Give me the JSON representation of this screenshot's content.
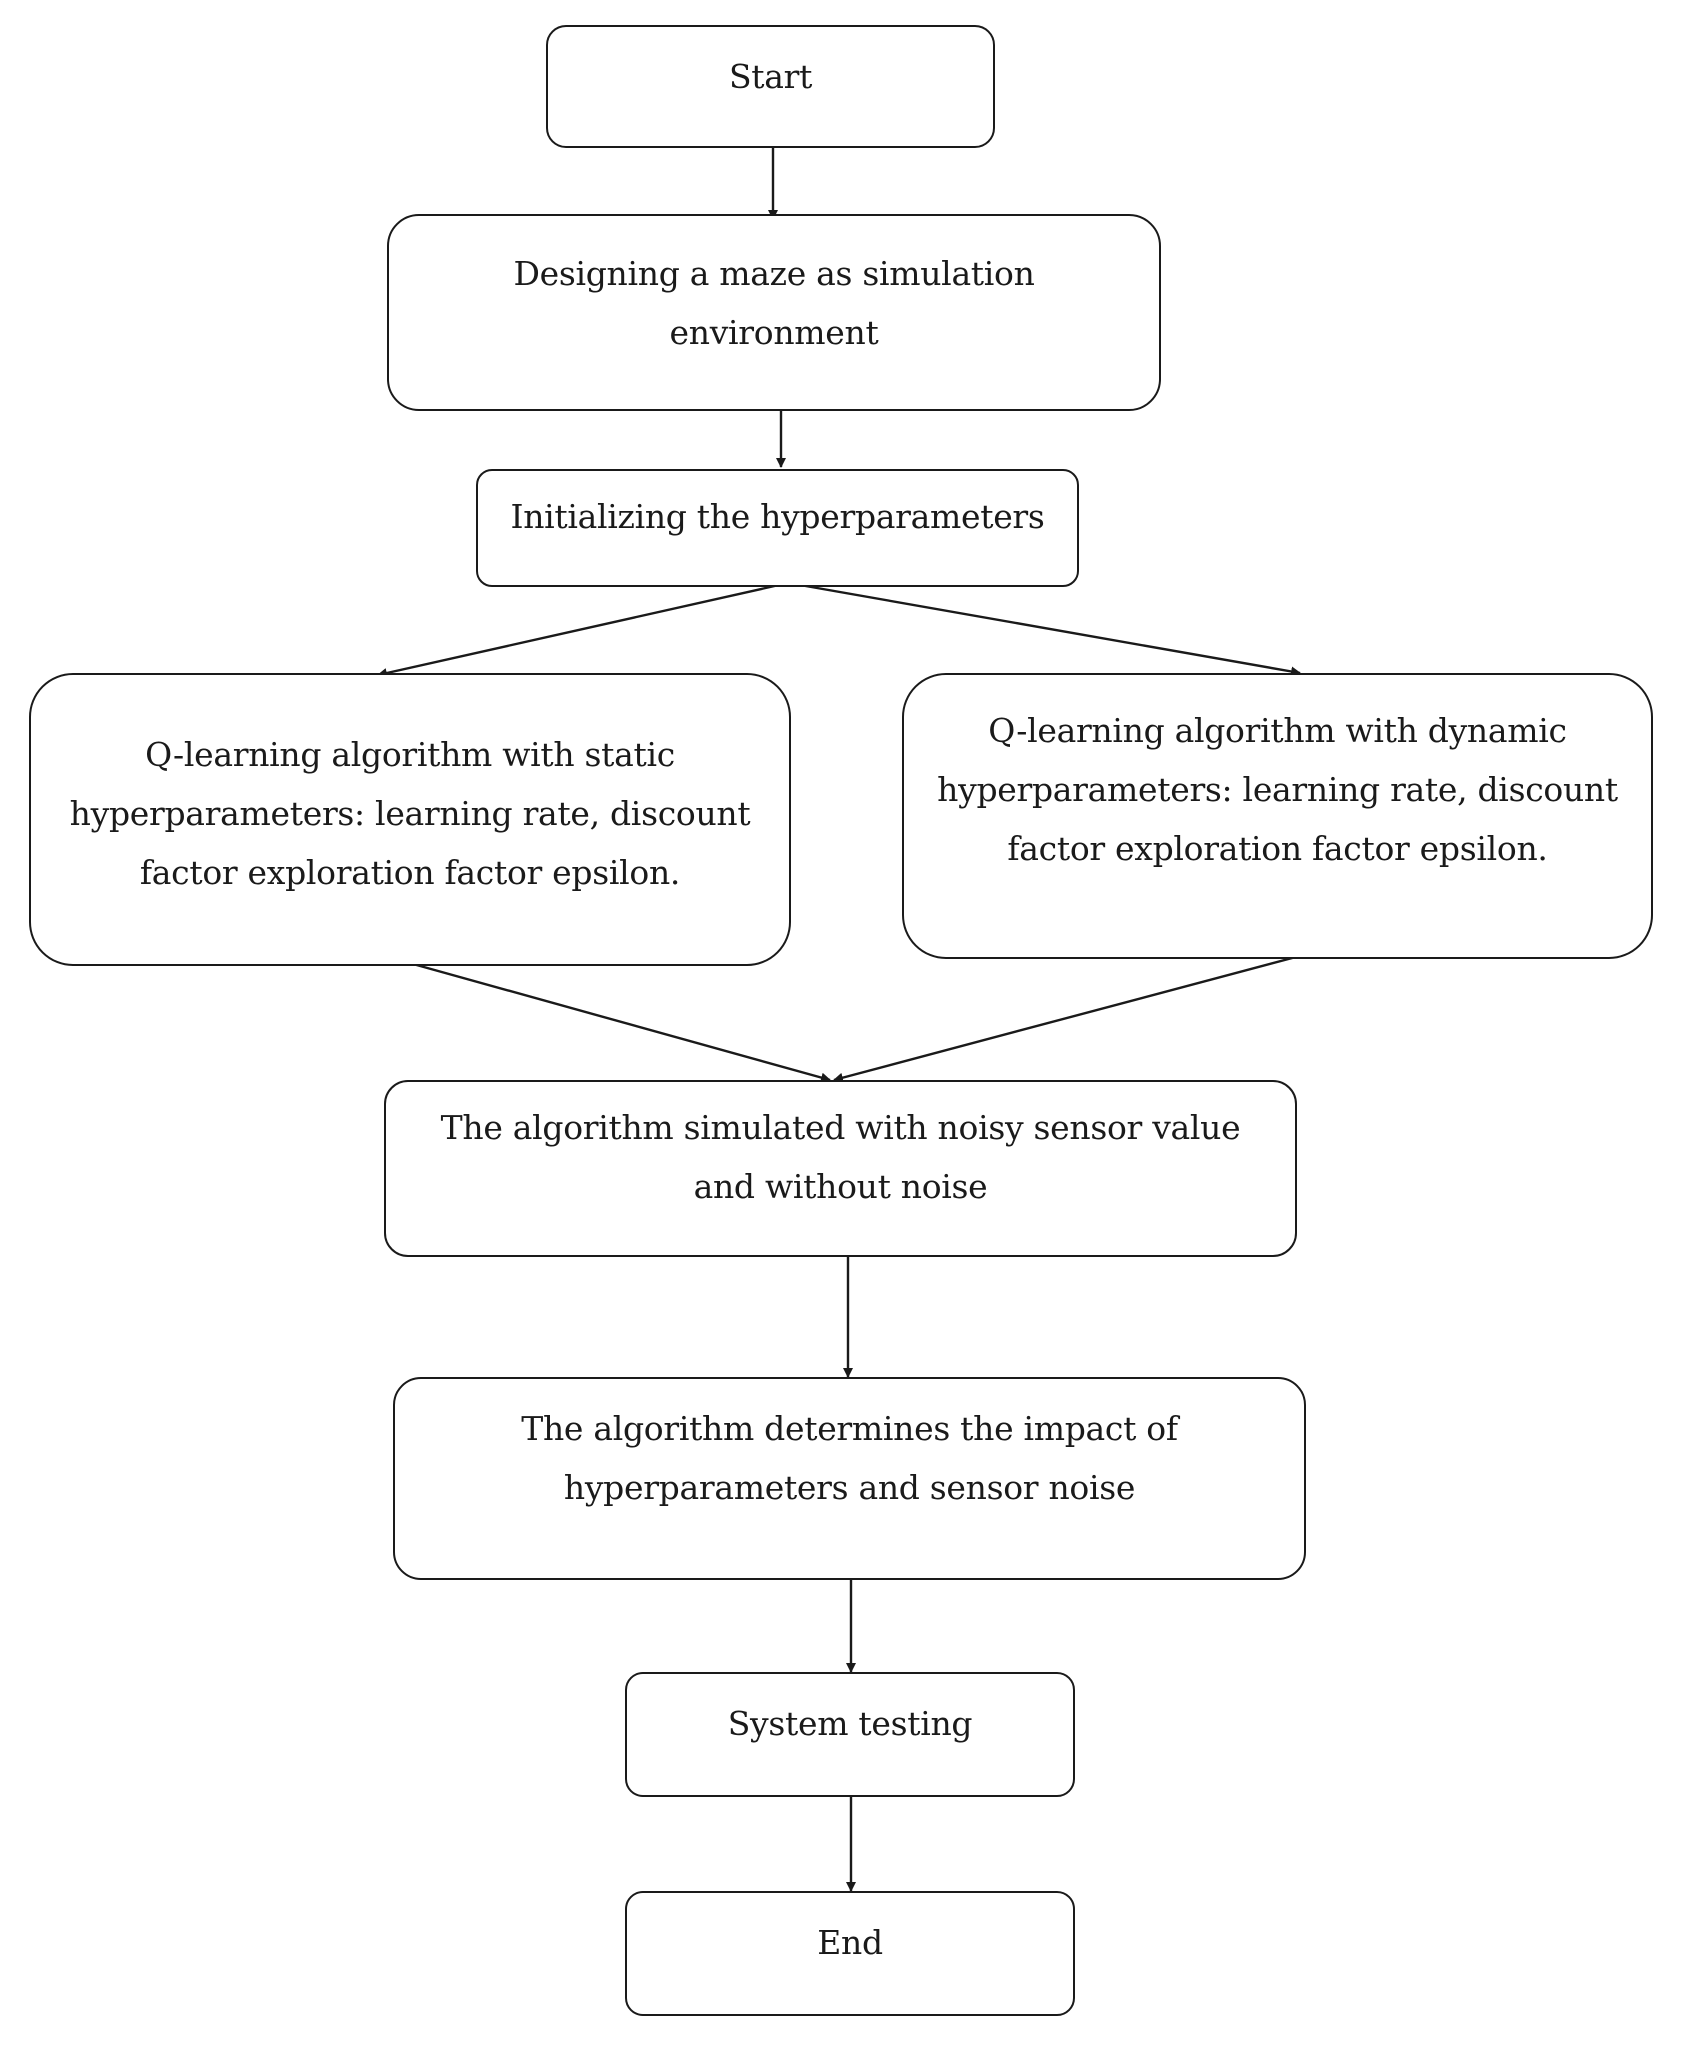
{
  "nodes": {
    "start": "Start",
    "design_maze": "Designing a maze as simulation\nenvironment",
    "init_hyper": "Initializing  the hyperparameters",
    "q_static": "Q-learning  algorithm with static\nhyperparameters: learning rate, discount\nfactor exploration factor epsilon.",
    "q_dynamic": "Q-learning  algorithm with dynamic\nhyperparameters: learning rate, discount\nfactor exploration factor epsilon.",
    "simulate": "The algorithm simulated with noisy sensor value\nand without noise",
    "impact": "The algorithm determines the impact of\nhyperparameters and sensor noise",
    "testing": "System testing",
    "end": "End"
  },
  "edges": [
    {
      "from": "start",
      "to": "design_maze"
    },
    {
      "from": "design_maze",
      "to": "init_hyper"
    },
    {
      "from": "init_hyper",
      "to": "q_static"
    },
    {
      "from": "init_hyper",
      "to": "q_dynamic"
    },
    {
      "from": "q_static",
      "to": "simulate"
    },
    {
      "from": "q_dynamic",
      "to": "simulate"
    },
    {
      "from": "simulate",
      "to": "impact"
    },
    {
      "from": "impact",
      "to": "testing"
    },
    {
      "from": "testing",
      "to": "end"
    }
  ]
}
